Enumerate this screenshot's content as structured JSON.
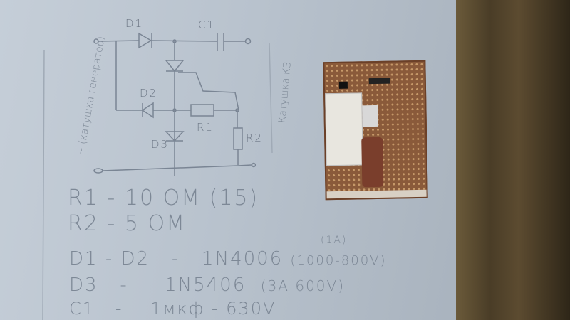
{
  "schematic": {
    "labels": {
      "d1": "D1",
      "c1": "C1",
      "d2": "D2",
      "d3": "D3",
      "r1": "R1",
      "r2": "R2"
    },
    "input_label": "~ (катушка генератор)",
    "output_label": "Катушка КЗ"
  },
  "parts_list": [
    {
      "ref": "R1",
      "dash": "-",
      "value": "10 OM",
      "note": "(15)"
    },
    {
      "ref": "R2",
      "dash": "-",
      "value": "5 OM",
      "note": ""
    },
    {
      "ref": "D1 - D2",
      "dash": "-",
      "value": "1N4006",
      "note": "(1000-800V)",
      "note_top": "(1A)"
    },
    {
      "ref": "D3",
      "dash": "-",
      "value": "1N5406",
      "note": "(3A 600V)"
    },
    {
      "ref": "C1",
      "dash": "-",
      "value": "1мкф - 630V",
      "note": ""
    }
  ],
  "colors": {
    "paper": "#b8c2cd",
    "ink": "#7d8896",
    "wood": "#4a3d27",
    "pcb": "#8a5a3a"
  }
}
